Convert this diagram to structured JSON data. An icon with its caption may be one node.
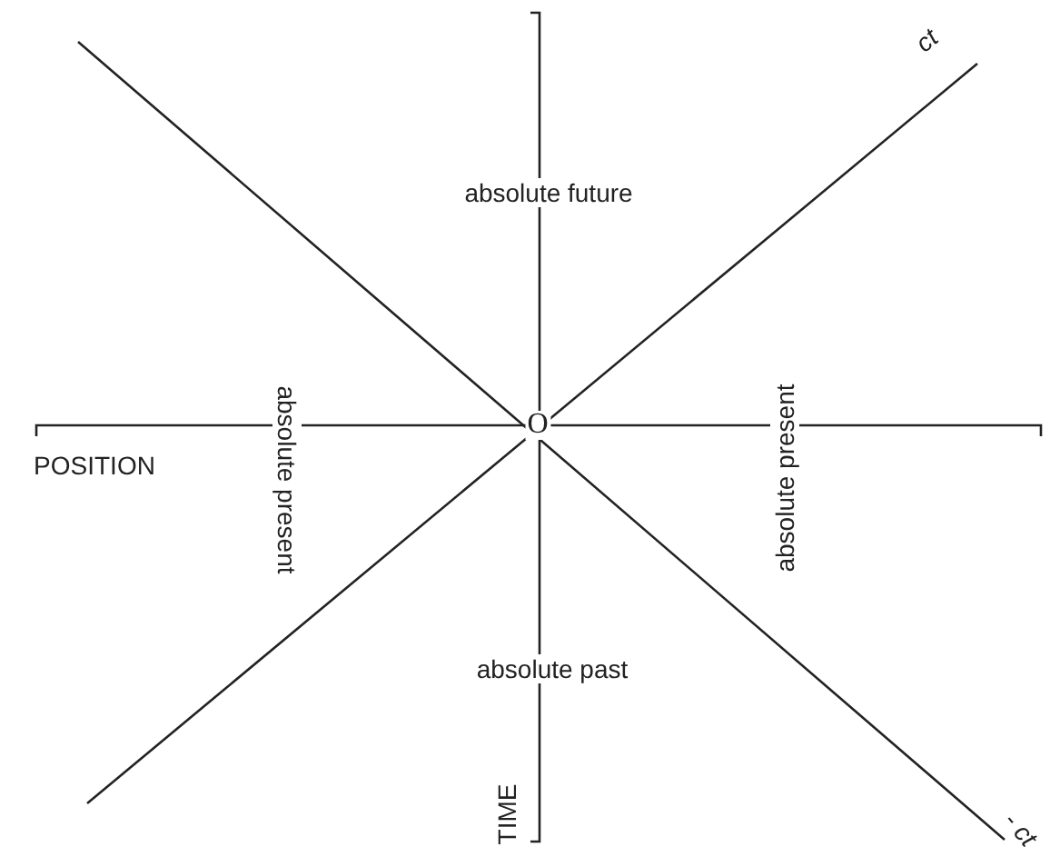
{
  "diagram": {
    "labels": [
      "ct",
      "absolute future",
      "absolute present",
      "O",
      "absolute present",
      "POSITION",
      "absolute past",
      "TIME",
      "- ct"
    ]
  }
}
